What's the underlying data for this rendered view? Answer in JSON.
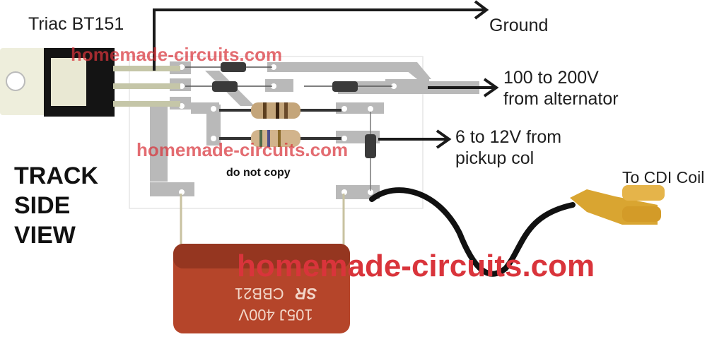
{
  "diagram": {
    "title_lines": [
      "TRACK",
      "SIDE",
      "VIEW"
    ],
    "component_label": "Triac BT151",
    "pcb_note": "do not copy",
    "watermark": "homemade-circuits.com",
    "connections": {
      "ground": "Ground",
      "alternator_line1": "100 to 200V",
      "alternator_line2": "from alternator",
      "pickup_line1": "6 to 12V from",
      "pickup_line2": "pickup col",
      "cdi": "To CDI Coil"
    },
    "capacitor_marking": {
      "brand": "SR",
      "model": "CBB21",
      "value": "105J 400V"
    },
    "colors": {
      "track": "#b9b9b9",
      "watermark": "#d9343b",
      "capacitor": "#b5452a",
      "terminal": "#d9a531",
      "arrow": "#1a1a1a"
    }
  }
}
